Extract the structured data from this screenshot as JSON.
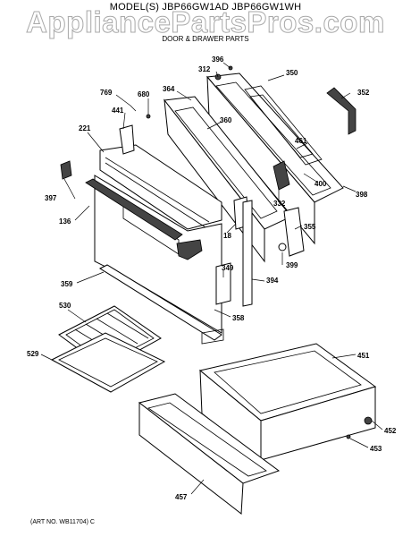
{
  "header": {
    "model": "MODEL(S) JBP66GW1AD  JBP66GW1WH",
    "watermark": "AppliancePartsPros.com",
    "subtitle": "DOOR & DRAWER PARTS"
  },
  "footer": {
    "art_no": "(ART NO. WB11704) C"
  },
  "callouts": [
    "396",
    "312",
    "350",
    "352",
    "769",
    "680",
    "364",
    "441",
    "360",
    "221",
    "461",
    "397",
    "400",
    "398",
    "332",
    "136",
    "18",
    "355",
    "399",
    "349",
    "394",
    "359",
    "358",
    "530",
    "451",
    "529",
    "452",
    "453",
    "457"
  ],
  "colors": {
    "line": "#000000",
    "watermark_outline": "#9a9a9a"
  }
}
